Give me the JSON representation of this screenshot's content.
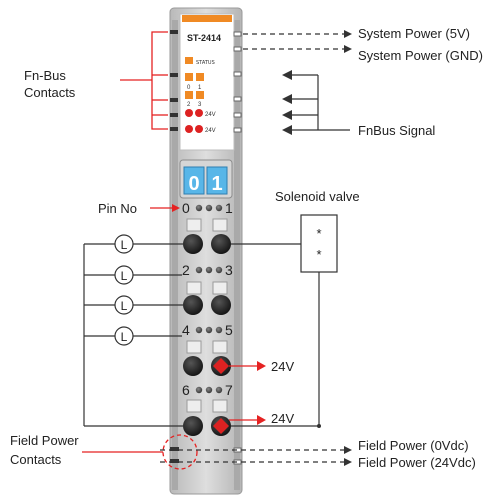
{
  "module": {
    "model": "ST-2414",
    "status_label": "STATUS",
    "led_labels": [
      "0",
      "1",
      "2",
      "3"
    ],
    "voltage_led_labels": [
      "24V",
      "24V"
    ],
    "display_digits": [
      "0",
      "1"
    ]
  },
  "labels": {
    "fn_bus_contacts": [
      "Fn-Bus",
      "Contacts"
    ],
    "system_power_5v": "System Power (5V)",
    "system_power_gnd": "System Power (GND)",
    "fnbus_signal": "FnBus Signal",
    "pin_no": "Pin No",
    "solenoid_valve": "Solenoid valve",
    "solenoid_symbol": [
      "*",
      "*"
    ],
    "load_symbol": "L",
    "output_24v": [
      "24V",
      "24V"
    ],
    "field_power_contacts": [
      "Field Power",
      "Contacts"
    ],
    "field_power_0v": "Field Power (0Vdc)",
    "field_power_24v": "Field Power (24Vdc)"
  },
  "pins": [
    "0",
    "1",
    "2",
    "3",
    "4",
    "5",
    "6",
    "7"
  ],
  "colors": {
    "accent_orange": "#f08a24",
    "led_red": "#dd2222",
    "bracket_red": "#e52222",
    "display_blue": "#58b6e8",
    "module_gray": "#c8c8c8"
  }
}
